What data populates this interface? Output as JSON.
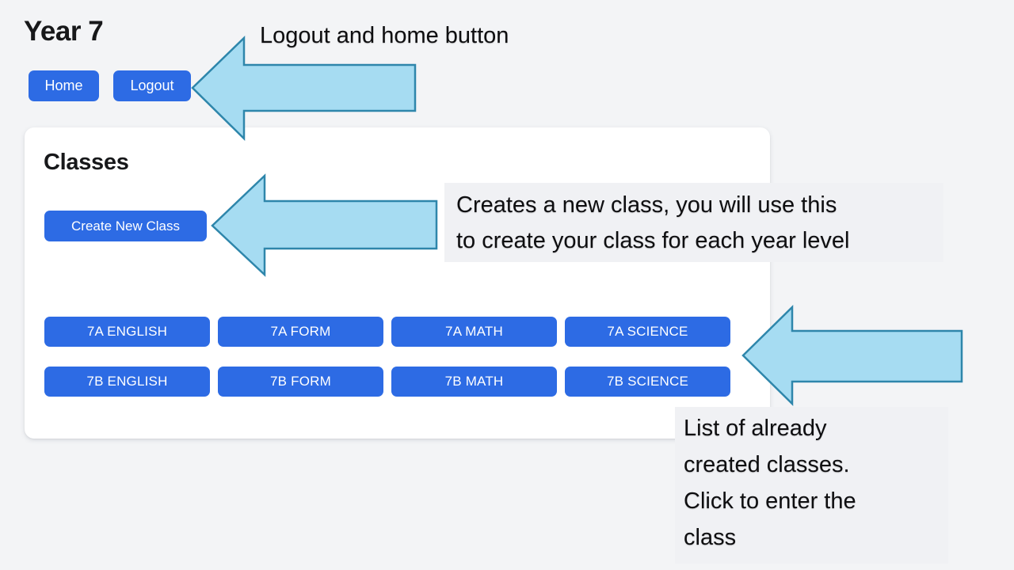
{
  "page": {
    "title": "Year 7"
  },
  "nav": {
    "home_label": "Home",
    "logout_label": "Logout"
  },
  "card": {
    "heading": "Classes",
    "create_button_label": "Create New Class",
    "class_buttons": [
      "7A ENGLISH",
      "7A FORM",
      "7A MATH",
      "7A SCIENCE",
      "7B ENGLISH",
      "7B FORM",
      "7B MATH",
      "7B SCIENCE"
    ]
  },
  "annotations": {
    "nav_note": {
      "text": "Logout and home button"
    },
    "create_note": {
      "line1": "Creates a new class, you will use this",
      "line2": "to create your class for each year level"
    },
    "list_note": {
      "line1": "List of already",
      "line2": "created classes.",
      "line3": "Click to enter the",
      "line4": "class"
    }
  },
  "colors": {
    "page_bg": "#f3f4f6",
    "card_bg": "#ffffff",
    "button_blue": "#2d6be4",
    "arrow_fill": "#a6dcf2",
    "arrow_stroke": "#2e86ab",
    "annotation_bg": "#f0f1f4"
  }
}
